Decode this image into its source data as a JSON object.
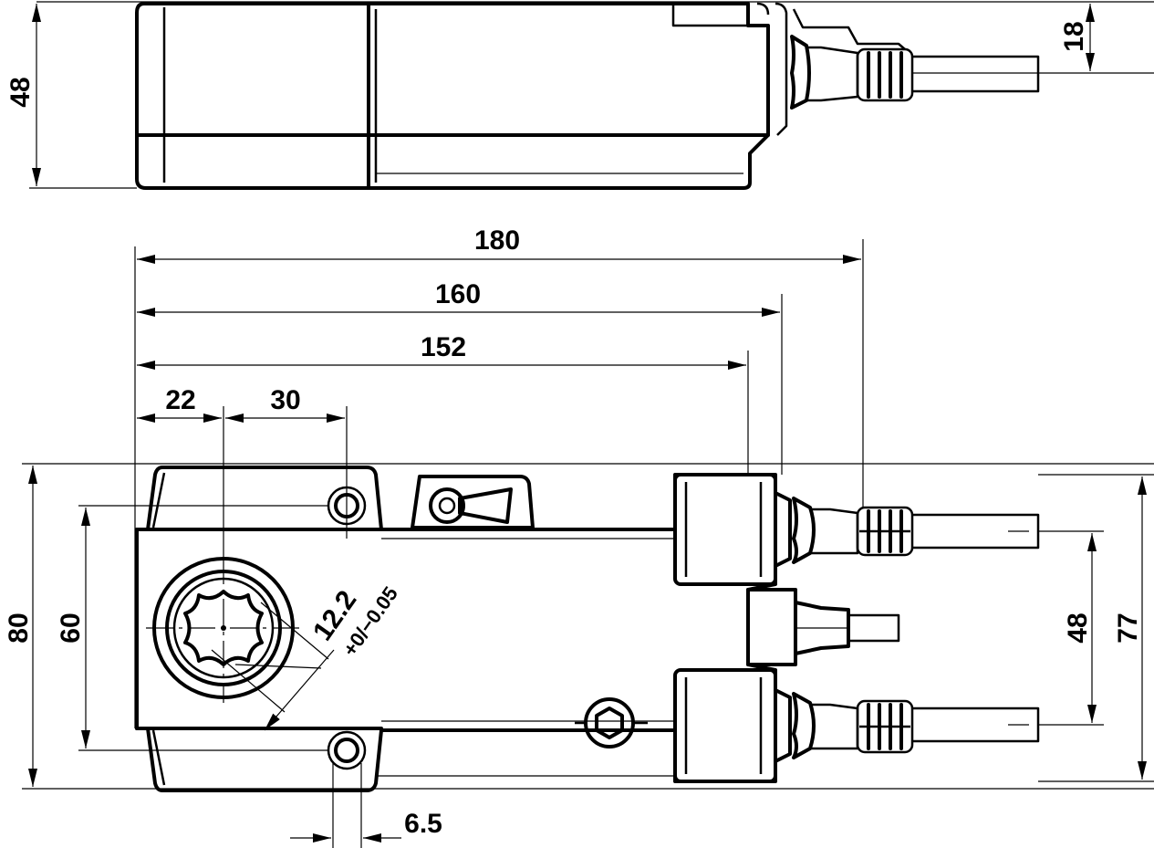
{
  "diagram": {
    "top_view": {
      "dimensions": {
        "height": "48",
        "cable_diameter": "18"
      }
    },
    "front_view": {
      "dimensions": {
        "overall_length": "180",
        "length_160": "160",
        "length_152": "152",
        "offset_22": "22",
        "hole_spacing_30": "30",
        "height_80": "80",
        "hole_spacing_60": "60",
        "shaft_size": "12.2",
        "shaft_tolerance": "+0/−0.05",
        "cable_spacing_48": "48",
        "cable_span_77": "77",
        "hole_diameter": "6.5"
      }
    }
  }
}
